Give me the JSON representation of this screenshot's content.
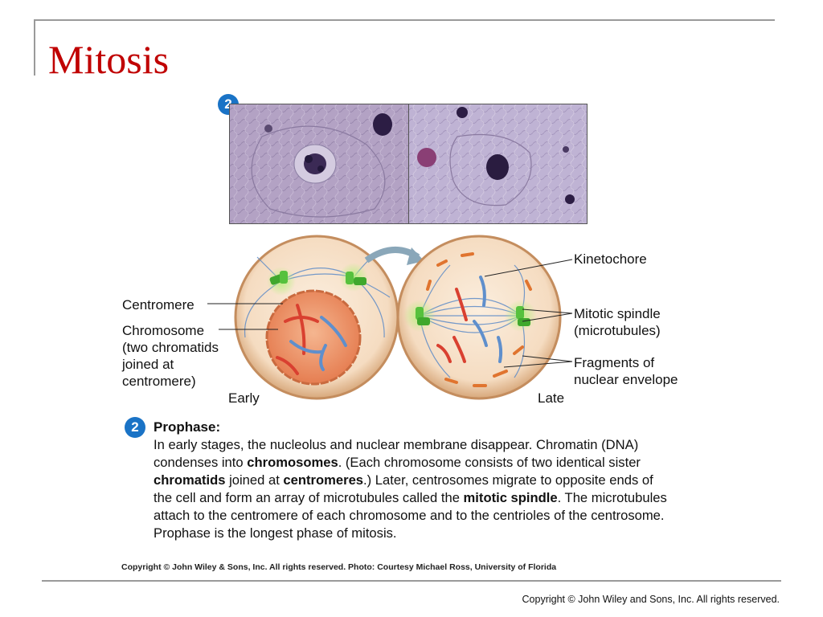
{
  "slide": {
    "title": "Mitosis",
    "badge_number": "2",
    "labels": {
      "centromere": "Centromere",
      "chromosome_line1": "Chromosome",
      "chromosome_line2": "(two chromatids",
      "chromosome_line3": "joined at",
      "chromosome_line4": "centromere)",
      "early": "Early",
      "late": "Late",
      "kinetochore": "Kinetochore",
      "spindle_line1": "Mitotic spindle",
      "spindle_line2": "(microtubules)",
      "fragments_line1": "Fragments of",
      "fragments_line2": "nuclear envelope"
    },
    "description": {
      "heading": "Prophase:",
      "t1": "In early stages, the nucleolus and nuclear membrane disappear. Chromatin (DNA) condenses into ",
      "b1": "chromosomes",
      "t2": ". (Each chromosome consists of two identical sister ",
      "b2": "chromatids",
      "t3": " joined at ",
      "b3": "centromeres",
      "t4": ".) Later, centrosomes migrate to opposite ends of the cell and form an array of microtubules called the ",
      "b4": "mitotic spindle",
      "t5": ". The microtubules attach to the centromere of each chromosome and to the centrioles of the centrosome. Prophase is the longest phase of mitosis."
    },
    "credit": "Copyright © John Wiley & Sons, Inc. All rights reserved. Photo: Courtesy Michael Ross, University of Florida",
    "footer": "Copyright © John Wiley and Sons, Inc. All rights reserved."
  }
}
